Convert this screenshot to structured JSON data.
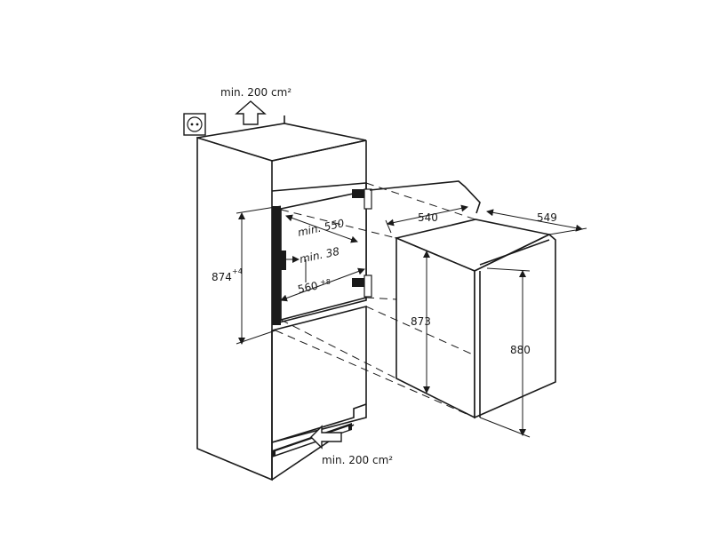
{
  "labels": {
    "vent_top": "min. 200 cm²",
    "vent_bottom": "min. 200 cm²",
    "niche_height": "874",
    "niche_height_tol": "+4",
    "niche_depth": "min. 550",
    "gap": "min. 38",
    "niche_width": "560",
    "niche_width_tol": "+8",
    "appliance_width": "540",
    "appliance_depth": "549",
    "appliance_body_height": "873",
    "appliance_height": "880"
  },
  "icons": {
    "socket": "power-socket-icon",
    "arrow_up": "airflow-up-arrow-icon",
    "arrow_in": "airflow-in-arrow-icon"
  }
}
